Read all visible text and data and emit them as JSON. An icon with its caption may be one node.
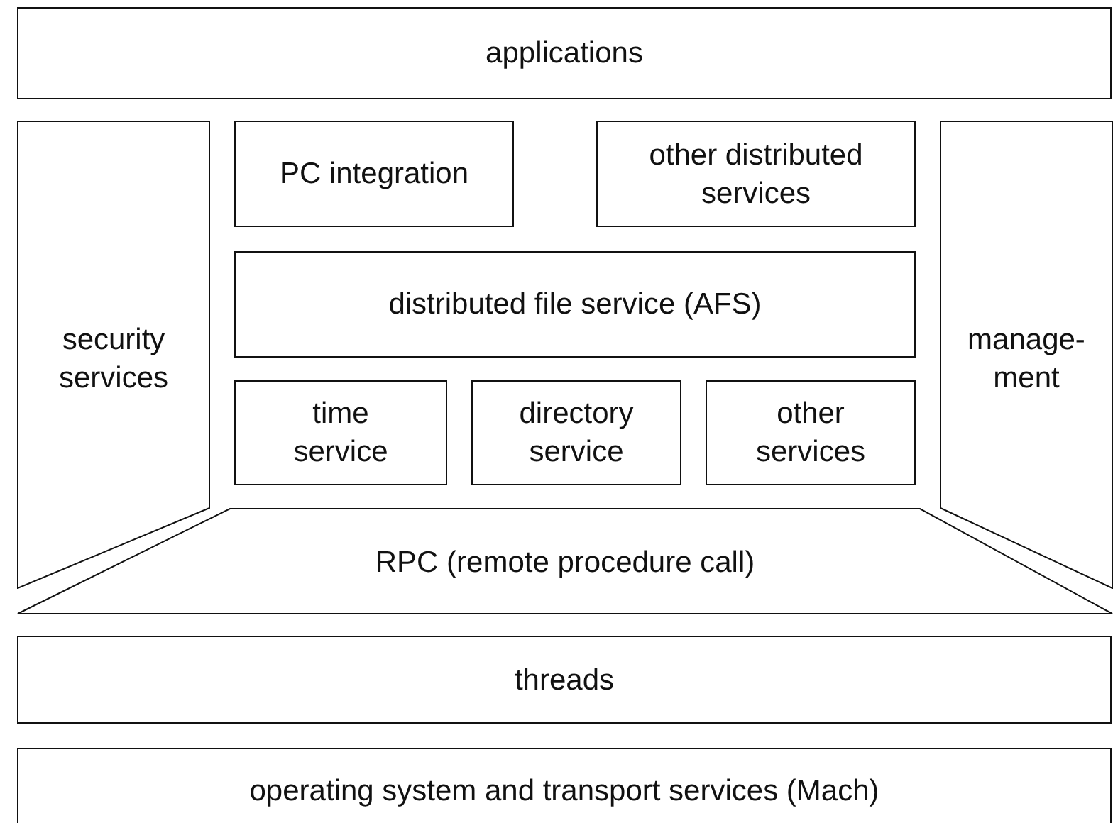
{
  "diagram": {
    "nodes": [
      {
        "text": [
          "applications"
        ]
      },
      {
        "text": [
          "security services"
        ]
      },
      {
        "text": [
          "PC integration"
        ]
      },
      {
        "text": [
          "other distributed services"
        ]
      },
      {
        "text": [
          "distributed file service (AFS)"
        ]
      },
      {
        "text": [
          "time service"
        ]
      },
      {
        "text": [
          "directory service"
        ]
      },
      {
        "text": [
          "other services"
        ]
      },
      {
        "text": [
          "manage- ment"
        ]
      },
      {
        "text": [
          "RPC (remote procedure call)"
        ]
      },
      {
        "text": [
          "threads"
        ]
      },
      {
        "text": [
          "operating system and transport services (Mach)"
        ]
      }
    ]
  }
}
